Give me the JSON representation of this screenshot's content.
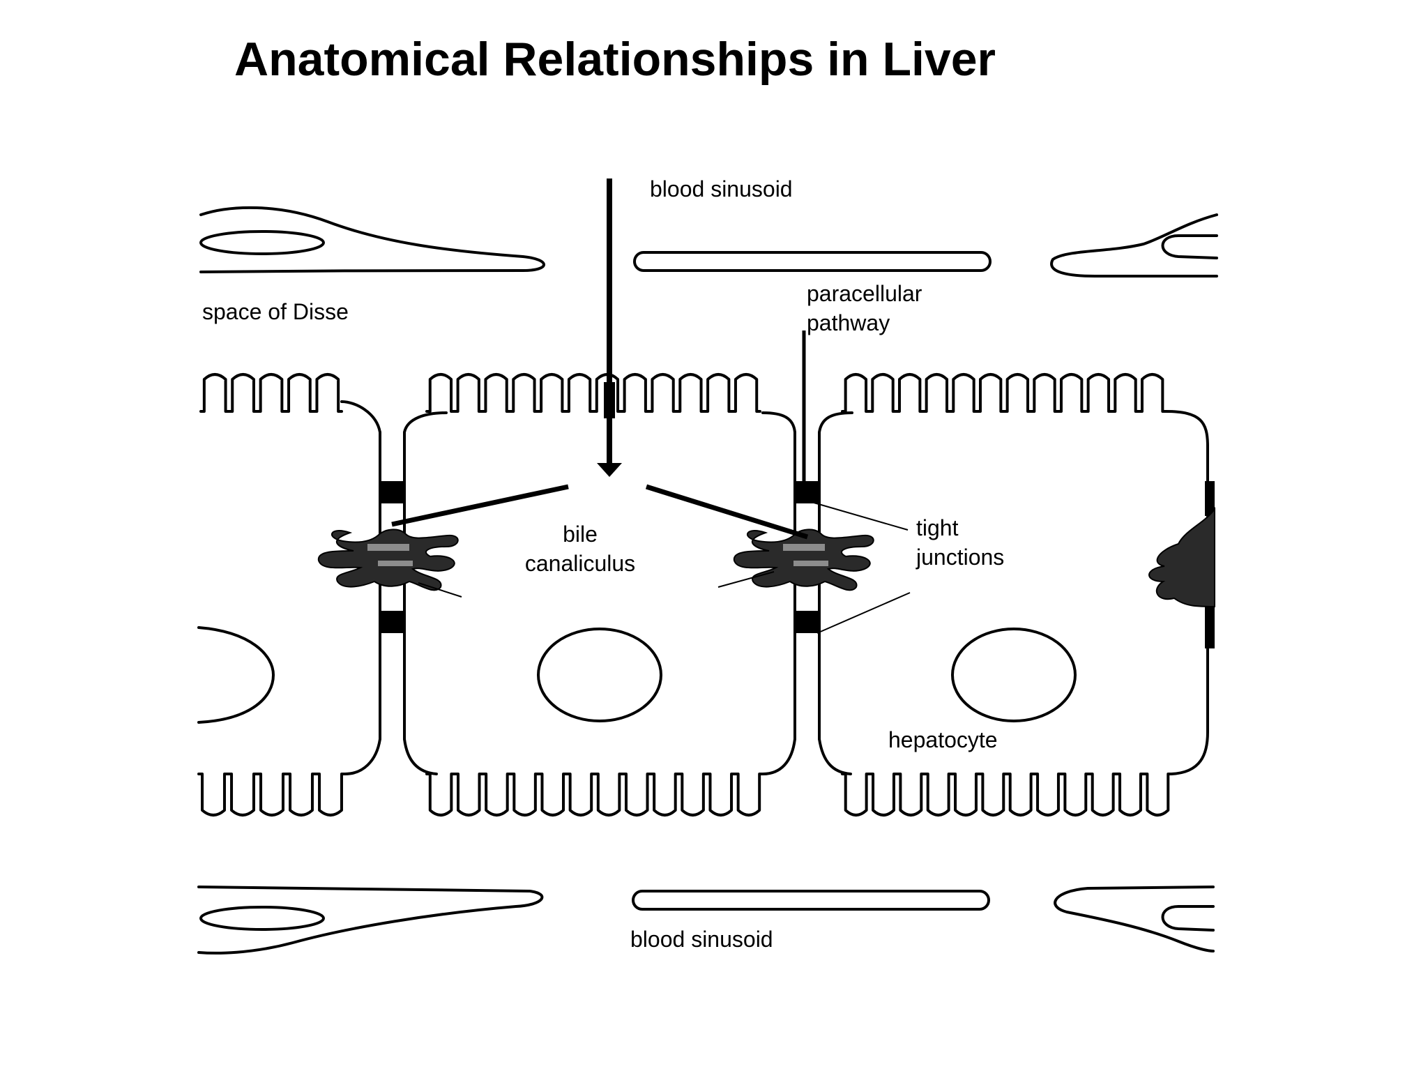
{
  "title": "Anatomical Relationships in Liver",
  "labels": {
    "blood_sinusoid_top": "blood sinusoid",
    "blood_sinusoid_bottom": "blood sinusoid",
    "space_of_disse": "space of Disse",
    "paracellular_pathway_line1": "paracellular",
    "paracellular_pathway_line2": "pathway",
    "bile_canaliculus_line1": "bile",
    "bile_canaliculus_line2": "canaliculus",
    "tight_junctions_line1": "tight",
    "tight_junctions_line2": "junctions",
    "hepatocyte": "hepatocyte"
  }
}
